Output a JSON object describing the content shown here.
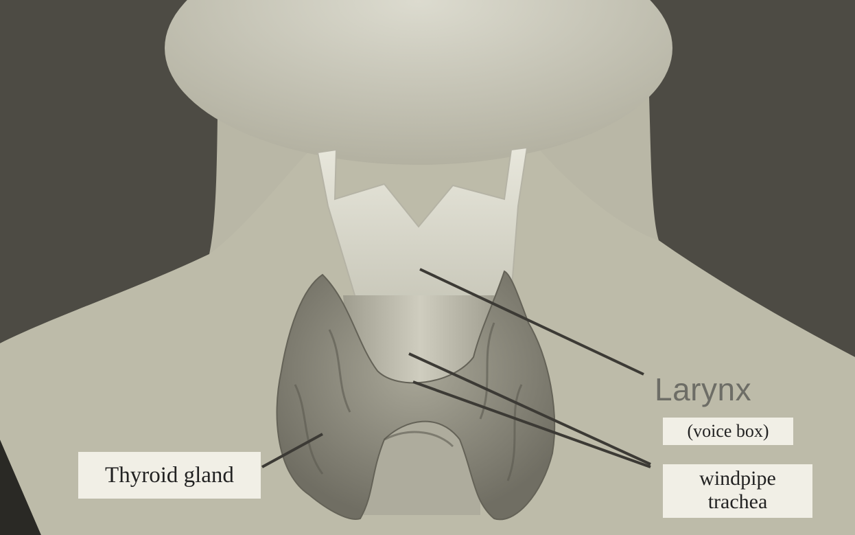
{
  "labels": {
    "larynx": "Larynx",
    "voice_box": "(voice box)",
    "windpipe": "windpipe",
    "trachea": "trachea",
    "thyroid_gland": "Thyroid gland"
  },
  "colors": {
    "background": "#b8b6a4",
    "skin": "#c2c0ad",
    "chin": "#d1d0c3",
    "shoulder_shadow": "#4b4942",
    "cartilage": "#dddcd0",
    "thyroid": "#8b897c",
    "leader_line": "#3c3a35",
    "label_box": "#f1efe6"
  }
}
